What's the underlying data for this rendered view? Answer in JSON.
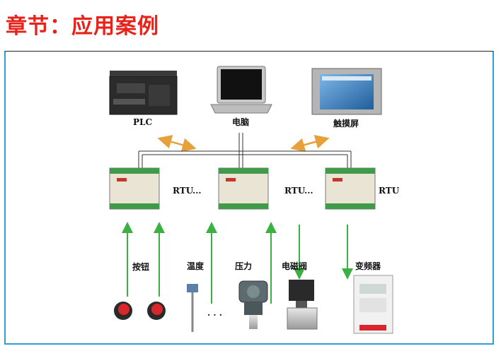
{
  "header": {
    "title": "章节：应用案例"
  },
  "devices_top": {
    "plc": "PLC",
    "computer": "电脑",
    "touchscreen": "触摸屏"
  },
  "rtu": {
    "label_1": "RTU...",
    "label_2": "RTU...",
    "label_3": "RTU"
  },
  "field_devices": {
    "button": "按钮",
    "temperature": "温度",
    "pressure": "压力",
    "solenoid_valve": "电磁阀",
    "inverter": "变频器",
    "ellipsis": ". . ."
  },
  "colors": {
    "title": "#e8221a",
    "frame_border": "#2f9ed6",
    "arrow_green": "#3cb043",
    "arrow_orange": "#e8a13a"
  }
}
